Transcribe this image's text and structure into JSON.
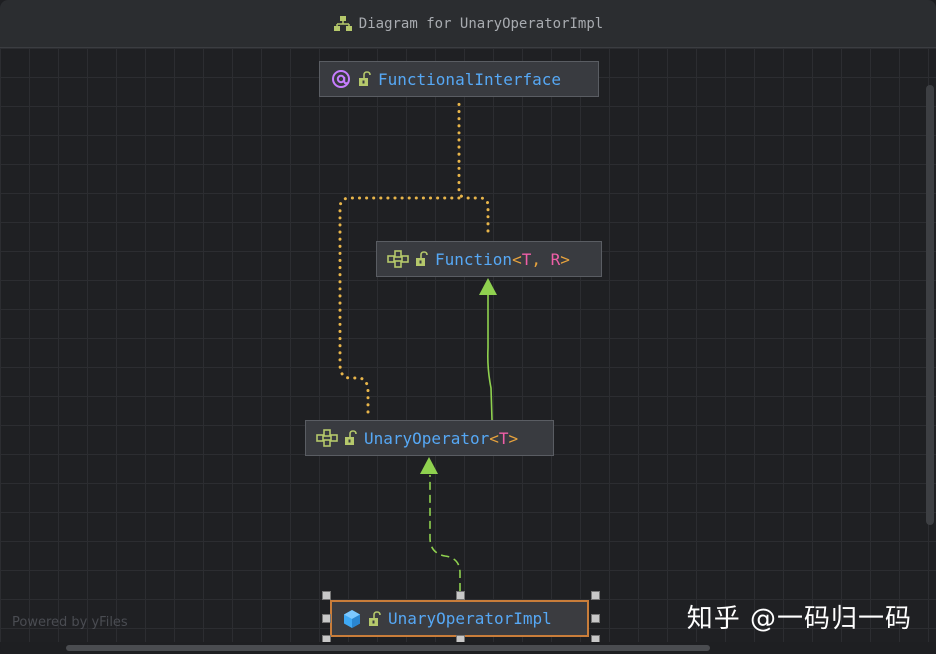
{
  "window": {
    "title": "Diagram for UnaryOperatorImpl",
    "title_icon": "hierarchy-icon"
  },
  "nodes": {
    "functional_interface": {
      "label": "FunctionalInterface",
      "kind": "annotation",
      "icon": "annotation-icon",
      "access": "open-lock-icon"
    },
    "function": {
      "name": "Function",
      "lt": "<",
      "p1": "T",
      "comma": ", ",
      "p2": "R",
      "gt": ">",
      "kind": "interface",
      "icon": "interface-icon",
      "access": "open-lock-icon"
    },
    "unary_operator": {
      "name": "UnaryOperator",
      "lt": "<",
      "p1": "T",
      "gt": ">",
      "kind": "interface",
      "icon": "interface-icon",
      "access": "open-lock-icon"
    },
    "unary_operator_impl": {
      "label": "UnaryOperatorImpl",
      "kind": "class",
      "icon": "class-cube-icon",
      "access": "open-lock-icon",
      "selected": true
    }
  },
  "edges": [
    {
      "from": "Function",
      "to": "FunctionalInterface",
      "style": "dotted",
      "relation": "annotated-by"
    },
    {
      "from": "UnaryOperator",
      "to": "FunctionalInterface",
      "style": "dotted",
      "relation": "annotated-by"
    },
    {
      "from": "UnaryOperator",
      "to": "Function",
      "style": "solid",
      "relation": "extends"
    },
    {
      "from": "UnaryOperatorImpl",
      "to": "UnaryOperator",
      "style": "dashed",
      "relation": "implements"
    }
  ],
  "colors": {
    "background": "#1f2023",
    "grid": "#2c2d31",
    "dotted_edge": "#e8b54a",
    "inherit_edge": "#8fd14f",
    "node_name": "#56a8f5",
    "type_param": "#ef5fa7",
    "selected_border": "#c97d3a"
  },
  "watermarks": {
    "left": "Powered by yFiles",
    "right": "知乎 @一码归一码"
  }
}
